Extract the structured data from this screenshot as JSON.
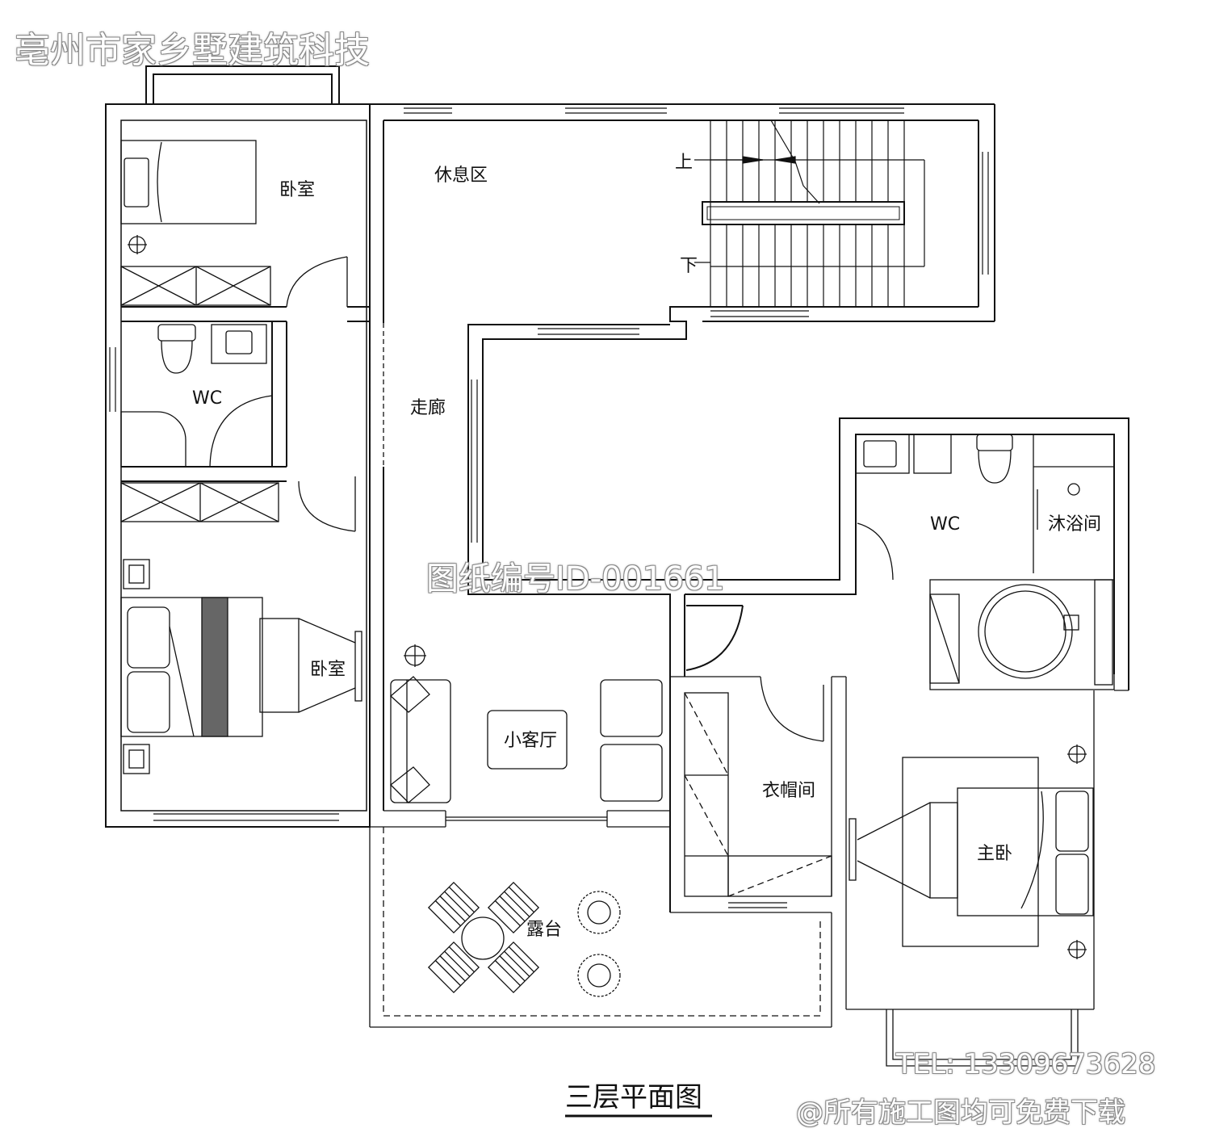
{
  "watermarks": {
    "company": "亳州市家乡墅建筑科技",
    "drawing_id": "图纸编号ID-001661",
    "phone": "TEL: 13309673628",
    "download_note": "@所有施工图均可免费下载"
  },
  "drawing": {
    "title": "三层平面图",
    "stair_up": "上",
    "stair_down": "下"
  },
  "rooms": {
    "bedroom_top": "卧室",
    "lounge": "休息区",
    "wc_left": "WC",
    "corridor": "走廊",
    "bedroom_left": "卧室",
    "small_living": "小客厅",
    "wc_right": "WC",
    "shower": "沐浴间",
    "cloakroom": "衣帽间",
    "master_bedroom": "主卧",
    "terrace": "露台"
  }
}
